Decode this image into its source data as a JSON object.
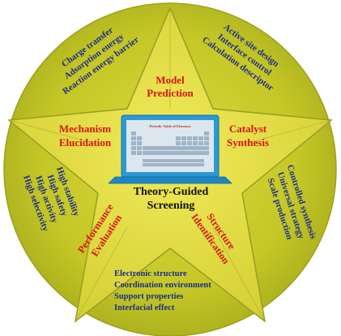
{
  "center": {
    "line1": "Theory-Guided",
    "line2": "Screening"
  },
  "laptop_screen_title": "Periodic Table of Elements",
  "star_points": {
    "model_prediction": [
      "Model",
      "Prediction"
    ],
    "catalyst_synthesis": [
      "Catalyst",
      "Synthesis"
    ],
    "structure_identification": [
      "Structure",
      "Identification"
    ],
    "performance_evaluation": [
      "Performance",
      "Evaluation"
    ],
    "mechanism_elucidation": [
      "Mechanism",
      "Elucidation"
    ]
  },
  "sectors": {
    "upper_left": [
      "Charge transfer",
      "Adsorption energy",
      "Reaction energy barrier"
    ],
    "upper_right": [
      "Active site design",
      "Interface control",
      "Calculation descriptor"
    ],
    "right": [
      "Controlled synthesis",
      "Universal strategy",
      "Scale production"
    ],
    "bottom": [
      "Electronic structure",
      "Coordination environment",
      "Support properties",
      "Interfacial effect"
    ],
    "left": [
      "High stability",
      "High safety",
      "High activity",
      "High selectivity"
    ]
  },
  "colors": {
    "outer_circle": "#c6c825",
    "star": "#dcd83a",
    "star_edge": "#8e9228",
    "label_red": "#d8141a",
    "label_blue": "#1c2e8c",
    "laptop_body": "#2a9ad6",
    "laptop_screen": "#dbe6ef"
  }
}
